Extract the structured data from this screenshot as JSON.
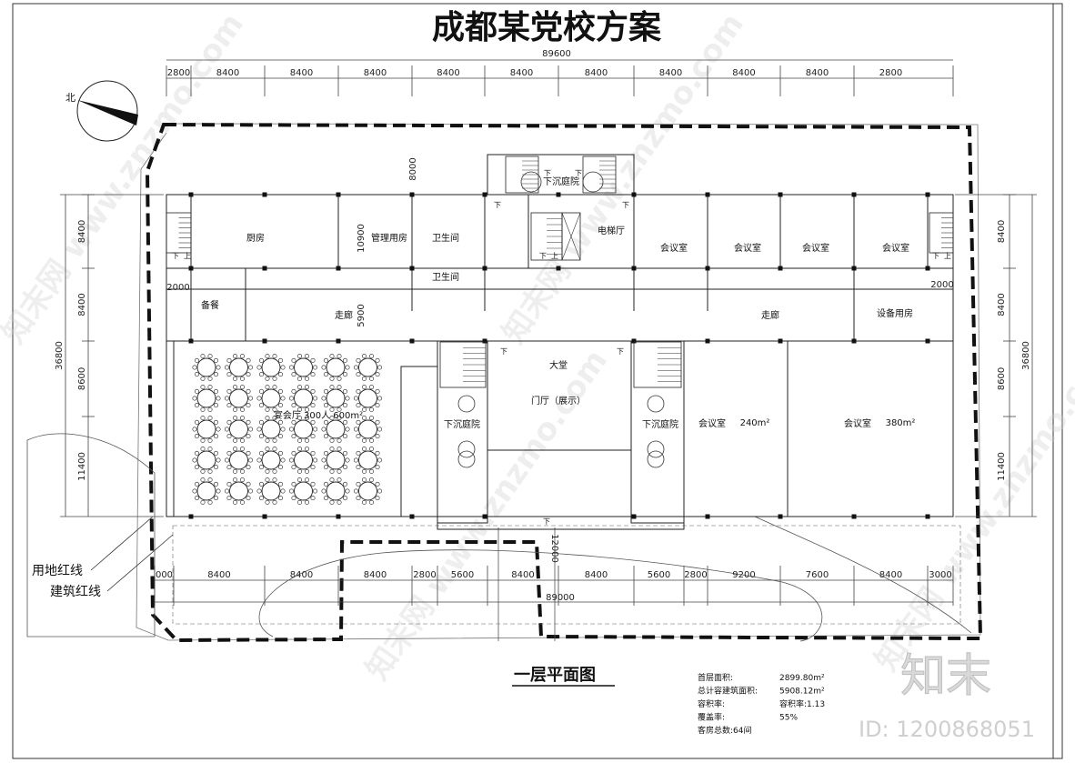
{
  "title": "成都某党校方案",
  "total_dimension_top": "89600",
  "total_dimension_bottom": "89000",
  "top_dimensions": [
    "2800",
    "8400",
    "8400",
    "8400",
    "8400",
    "8400",
    "8400",
    "8400",
    "8400",
    "8400",
    "2800"
  ],
  "bottom_dimensions": [
    "000",
    "8400",
    "8400",
    "8400",
    "2800",
    "5600",
    "8400",
    "8400",
    "5600",
    "2800",
    "9200",
    "7600",
    "8400",
    "3000"
  ],
  "left_dimensions": [
    "8400",
    "8400",
    "8600",
    "11400"
  ],
  "left_total": "36800",
  "right_dimensions": [
    "8400",
    "8400",
    "8600",
    "11400"
  ],
  "right_total": "36800",
  "misc_dimensions": {
    "north_courtyard": "8000",
    "corridor_left": "2000",
    "corridor_right": "2000",
    "washroom": "10900",
    "corridor_depth": "5900",
    "entrance": "12000"
  },
  "north_label": "北",
  "rooms": {
    "sunken_court_north": "下沉庭院",
    "kitchen": "厨房",
    "management": "管理用房",
    "toilet_1": "卫生间",
    "toilet_2": "卫生间",
    "elevator_hall": "电梯厅",
    "meeting_1": "会议室",
    "meeting_2": "会议室",
    "meeting_3": "会议室",
    "meeting_4": "会议室",
    "prep": "备餐",
    "corridor_left": "走廊",
    "corridor_right": "走廊",
    "equipment": "设备用房",
    "banquet": "宴会厅  300人  600m²",
    "lobby": "大堂",
    "foyer": "门厅（展示）",
    "sunken_court_left": "下沉庭院",
    "sunken_court_right": "下沉庭院",
    "meeting_240": "会议室",
    "area_240": "240m²",
    "meeting_380": "会议室",
    "area_380": "380m²"
  },
  "stair_down_label": "下",
  "stair_up_label": "上",
  "legend": {
    "land_redline": "用地红线",
    "building_redline": "建筑红线"
  },
  "plan_caption": "一层平面图",
  "stats": [
    {
      "label": "首层面积:",
      "value": "2899.80m²"
    },
    {
      "label": "总计容建筑面积:",
      "value": "5908.12m²"
    },
    {
      "label": "容积率:",
      "value": "容积率:1.13"
    },
    {
      "label": "覆盖率:",
      "value": "55%"
    },
    {
      "label": "客房总数:64间",
      "value": ""
    }
  ],
  "brand": "知末",
  "watermark": "知末网 www.znzmo.com",
  "id_text": "ID: 1200868051",
  "tables": {
    "rows": 5,
    "cols": 6
  }
}
